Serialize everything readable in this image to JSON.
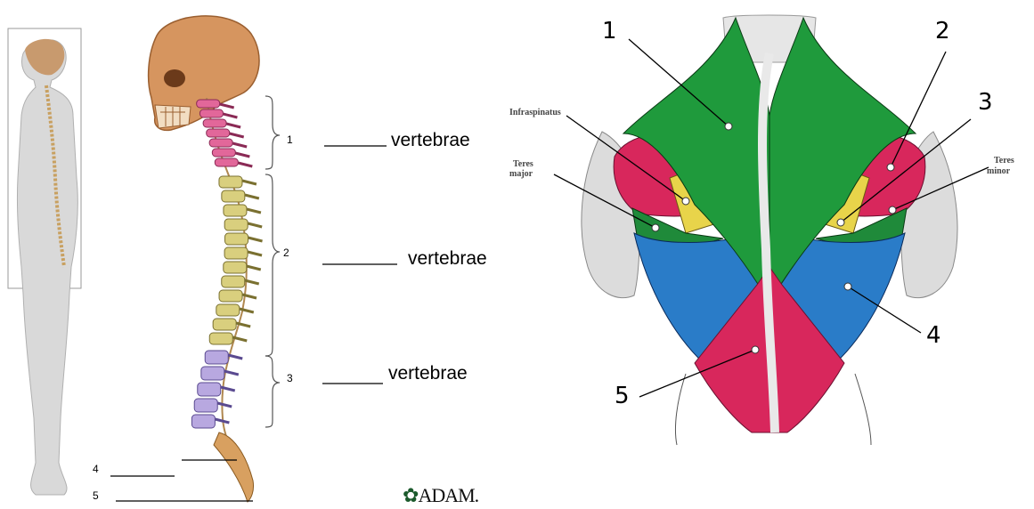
{
  "spine": {
    "markers": [
      "1",
      "2",
      "3",
      "4",
      "5"
    ],
    "blank_word": "vertebrae"
  },
  "muscles": {
    "markers": [
      "1",
      "2",
      "3",
      "4",
      "5"
    ],
    "labels": {
      "infraspinatus": "Infraspinatus",
      "teres_major_line1": "Teres",
      "teres_major_line2": "major",
      "teres_minor_line1": "Teres",
      "teres_minor_line2": "minor"
    }
  },
  "logo": "ADAM."
}
